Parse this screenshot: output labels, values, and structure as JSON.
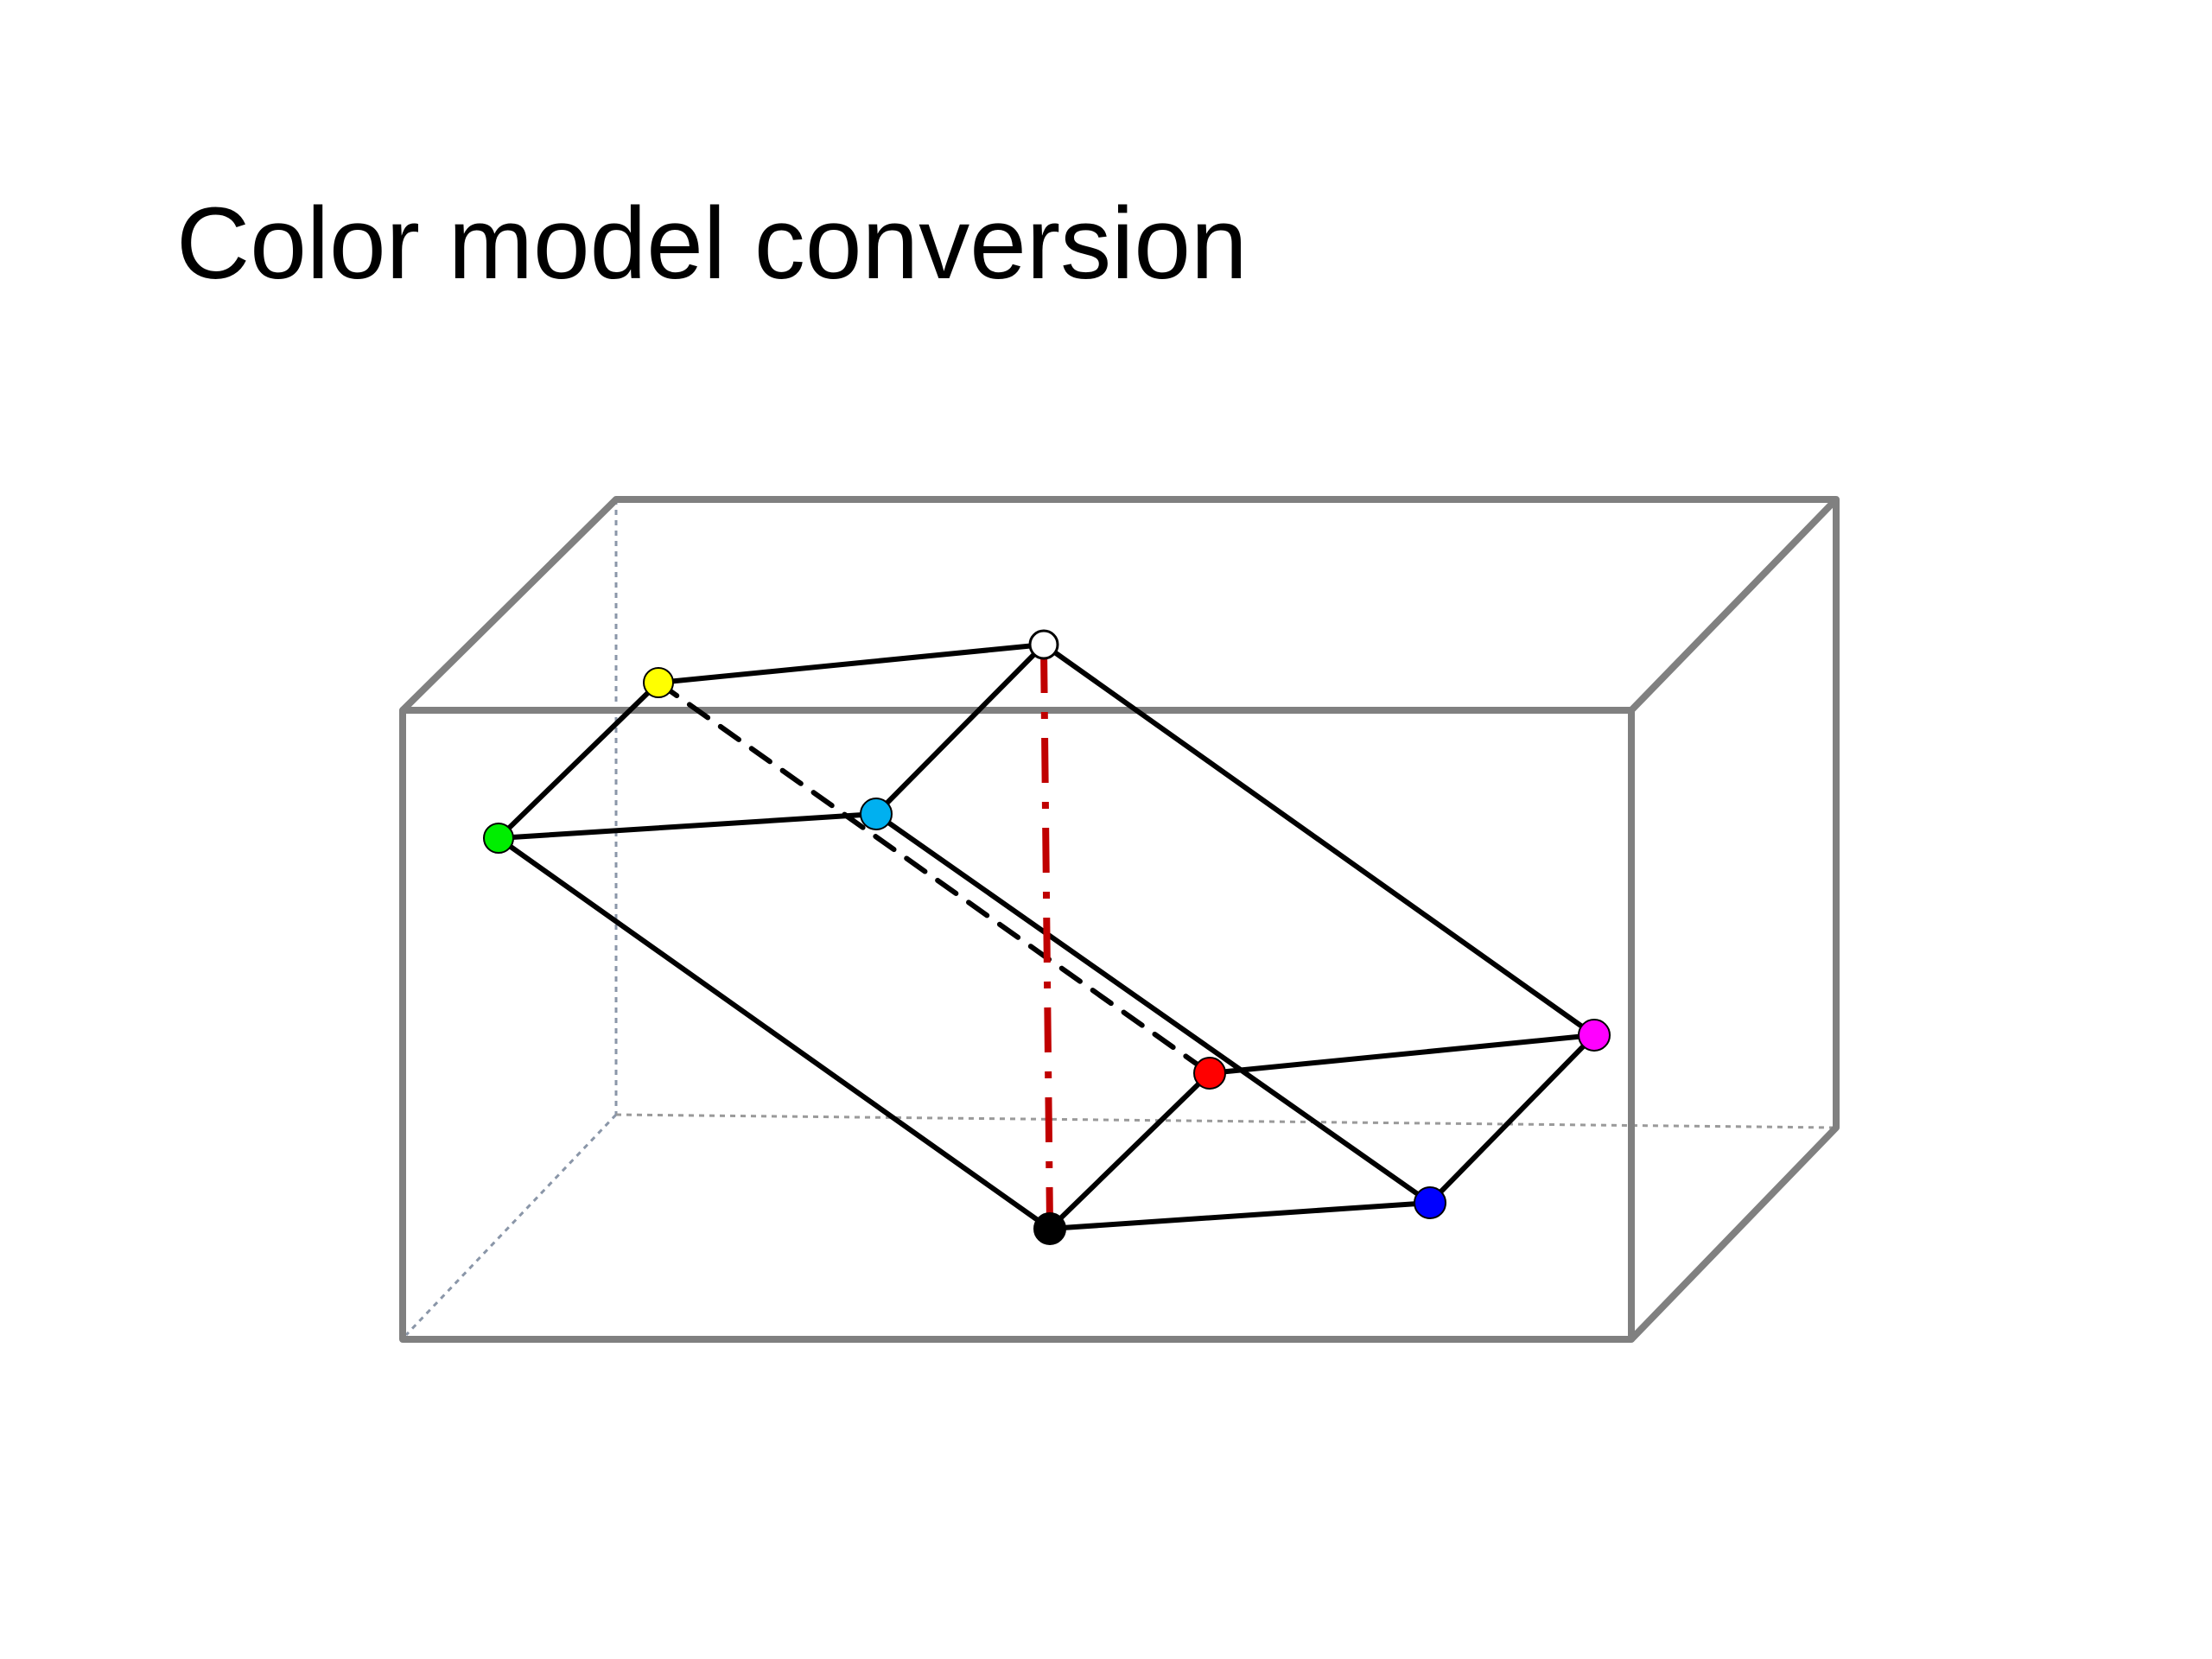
{
  "slide": {
    "title": "Color model conversion"
  },
  "diagram": {
    "description_free": true,
    "colors": {
      "box_edge": "#808080",
      "box_hidden_edge": "#8a96a8",
      "cube_edge": "#000000",
      "gray_axis": "#c00000",
      "vertex_outline": "#000000"
    },
    "vertices": [
      {
        "id": "white",
        "fill": "#ffffff"
      },
      {
        "id": "yellow",
        "fill": "#ffff00"
      },
      {
        "id": "green",
        "fill": "#00ee00"
      },
      {
        "id": "cyan",
        "fill": "#00b0f0"
      },
      {
        "id": "red",
        "fill": "#ff0000"
      },
      {
        "id": "magenta",
        "fill": "#ff00ff"
      },
      {
        "id": "black",
        "fill": "#000000"
      },
      {
        "id": "blue",
        "fill": "#0000ff"
      }
    ]
  }
}
